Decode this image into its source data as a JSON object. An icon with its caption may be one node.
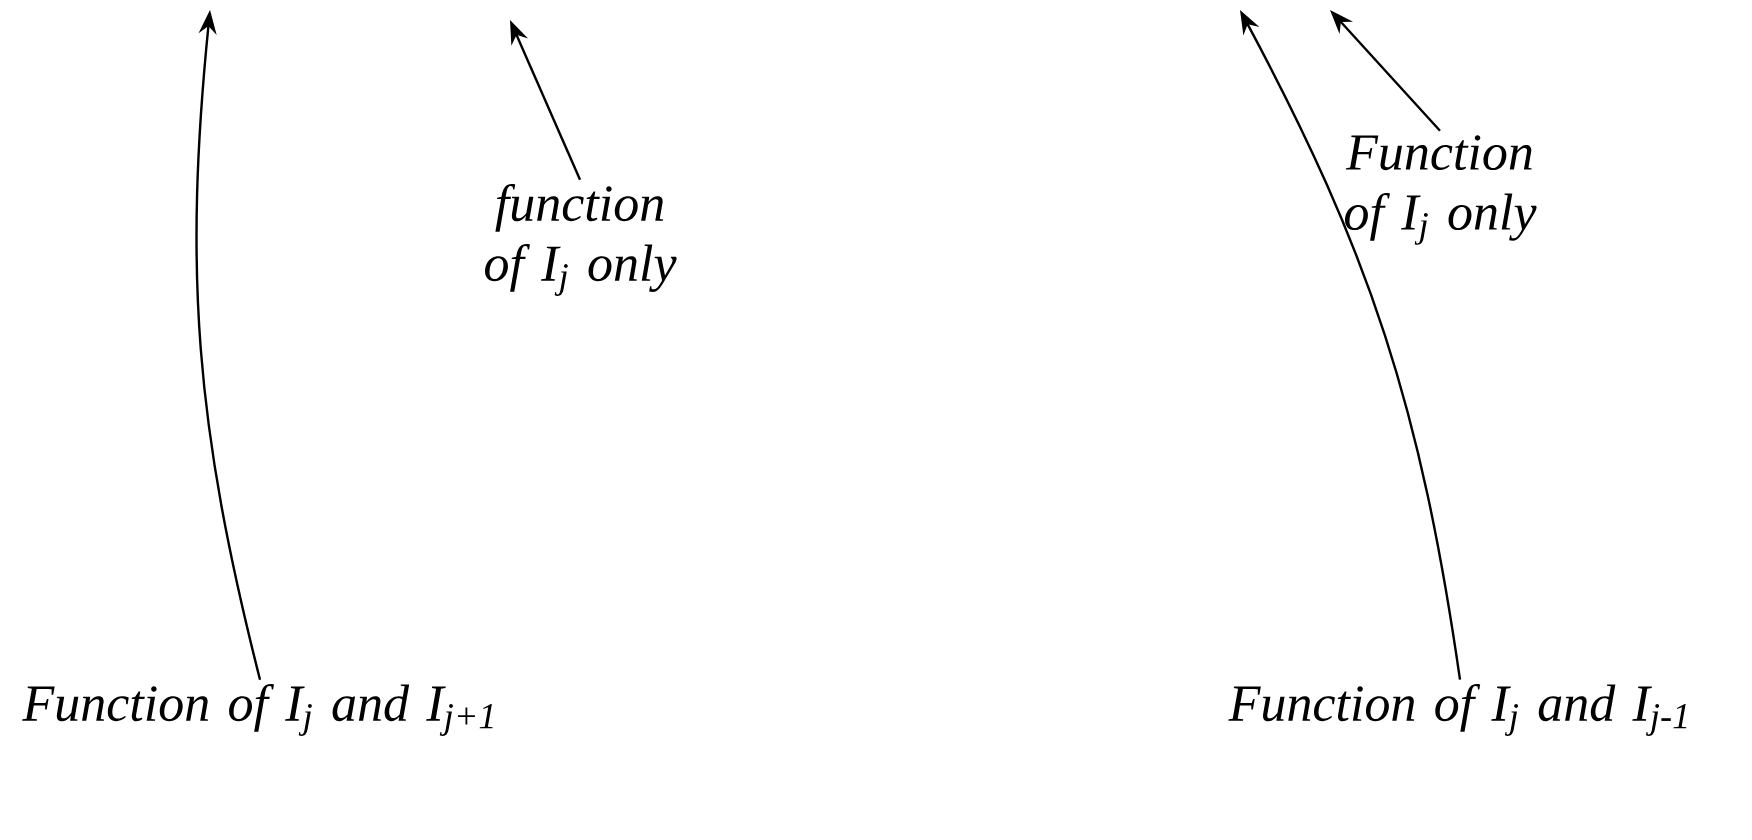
{
  "diagram": {
    "nodes": [
      {
        "text": [
          "function of I$_{j}$ only"
        ]
      },
      {
        "text": [
          "Function of I$_{j}$ only"
        ]
      },
      {
        "text": [
          "Function of I$_{j}$ and I$_{j+1}$"
        ]
      },
      {
        "text": [
          "Function of I$_{j}$ and I$_{j-1}$"
        ]
      }
    ],
    "edges": [
      {
        "from": 0,
        "to": null,
        "arrow": "to"
      },
      {
        "from": 1,
        "to": null,
        "arrow": "to"
      },
      {
        "from": 2,
        "to": null,
        "arrow": "to"
      },
      {
        "from": 3,
        "to": null,
        "arrow": "to"
      }
    ]
  }
}
